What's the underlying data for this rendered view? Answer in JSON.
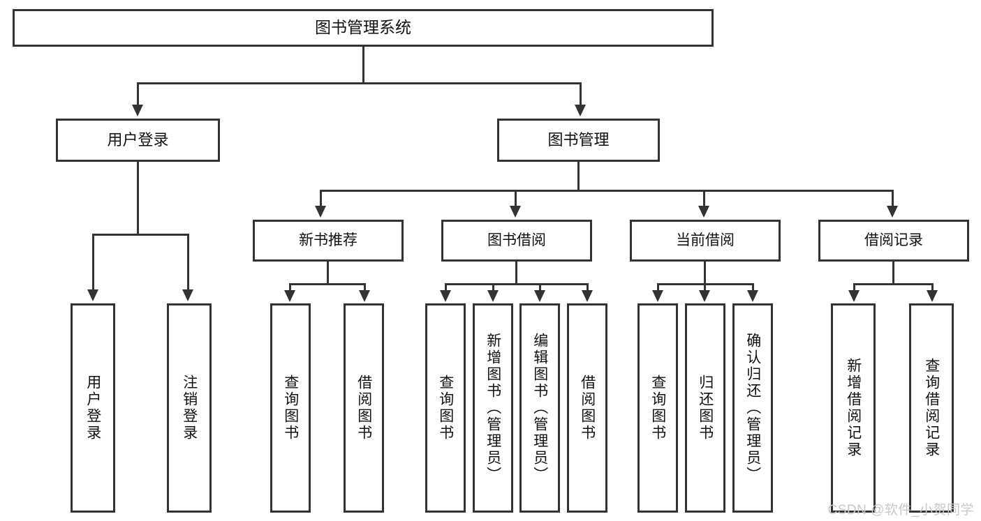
{
  "diagram": {
    "type": "tree-hierarchy",
    "title": "图书管理系统",
    "watermark": "CSDN @软件_小贺同学",
    "colors": {
      "box_border": "#333333",
      "box_fill": "#ffffff",
      "connector": "#333333",
      "text": "#111111",
      "watermark": "#c9c9c9"
    },
    "levels": {
      "level1": [
        {
          "id": "root",
          "label": "图书管理系统"
        }
      ],
      "level2": [
        {
          "id": "user-login",
          "label": "用户登录"
        },
        {
          "id": "book-manage",
          "label": "图书管理"
        }
      ],
      "level3": [
        {
          "id": "new-book-rec",
          "label": "新书推荐",
          "parent": "book-manage"
        },
        {
          "id": "book-borrow",
          "label": "图书借阅",
          "parent": "book-manage"
        },
        {
          "id": "current-borrow",
          "label": "当前借阅",
          "parent": "book-manage"
        },
        {
          "id": "borrow-record",
          "label": "借阅记录",
          "parent": "book-manage"
        }
      ],
      "level4": [
        {
          "id": "leaf-user-login",
          "label": "用户登录",
          "parent": "user-login"
        },
        {
          "id": "leaf-user-logout",
          "label": "注销登录",
          "parent": "user-login"
        },
        {
          "id": "leaf-query-book-1",
          "label": "查询图书",
          "parent": "new-book-rec"
        },
        {
          "id": "leaf-borrow-book-1",
          "label": "借阅图书",
          "parent": "new-book-rec"
        },
        {
          "id": "leaf-query-book-2",
          "label": "查询图书",
          "parent": "book-borrow"
        },
        {
          "id": "leaf-add-book",
          "label": "新增图书（管理员）",
          "parent": "book-borrow"
        },
        {
          "id": "leaf-edit-book",
          "label": "编辑图书（管理员）",
          "parent": "book-borrow"
        },
        {
          "id": "leaf-borrow-book-2",
          "label": "借阅图书",
          "parent": "book-borrow"
        },
        {
          "id": "leaf-query-book-3",
          "label": "查询图书",
          "parent": "current-borrow"
        },
        {
          "id": "leaf-return-book",
          "label": "归还图书",
          "parent": "current-borrow"
        },
        {
          "id": "leaf-confirm-return",
          "label": "确认归还（管理员）",
          "parent": "current-borrow"
        },
        {
          "id": "leaf-add-record",
          "label": "新增借阅记录",
          "parent": "borrow-record"
        },
        {
          "id": "leaf-query-record",
          "label": "查询借阅记录",
          "parent": "borrow-record"
        }
      ]
    }
  }
}
